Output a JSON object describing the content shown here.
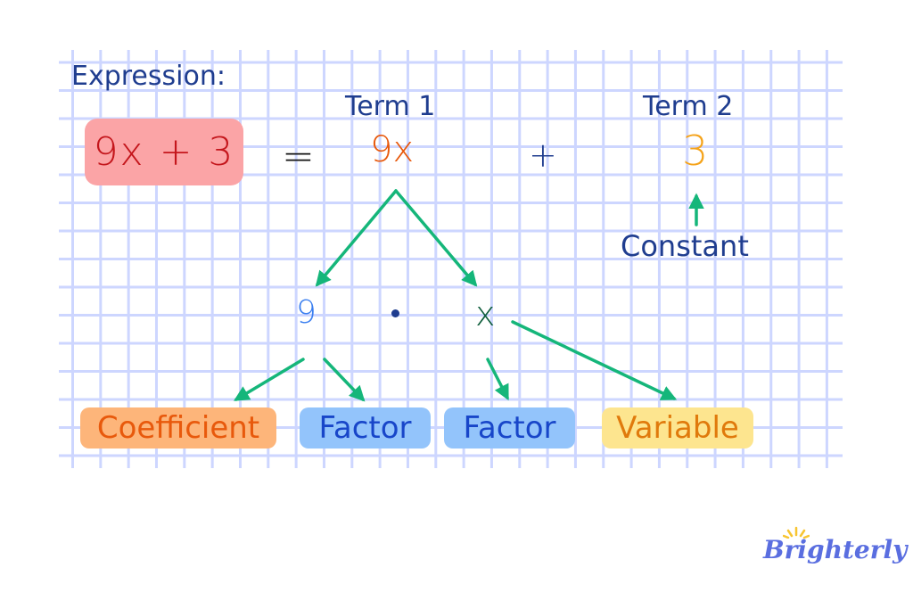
{
  "header": {
    "expression_label": "Expression:"
  },
  "expression": {
    "full": "9x + 3",
    "equals": "="
  },
  "terms": [
    {
      "label": "Term 1",
      "value": "9x",
      "color": "#e8590c"
    },
    {
      "label": "Term 2",
      "value": "3",
      "color": "#f5a31a"
    }
  ],
  "operator_plus": "+",
  "constant_label": "Constant",
  "decomposition": {
    "coefficient_value": "9",
    "dot": "•",
    "variable_value": "x"
  },
  "chips": [
    {
      "label": "Coefficient",
      "bg": "#fdb57a",
      "fg": "#e8590c"
    },
    {
      "label": "Factor",
      "bg": "#93c4fb",
      "fg": "#1846c9"
    },
    {
      "label": "Factor",
      "bg": "#93c4fb",
      "fg": "#1846c9"
    },
    {
      "label": "Variable",
      "bg": "#fde58f",
      "fg": "#e07a0c"
    }
  ],
  "colors": {
    "grid": "#cdd6ff",
    "arrow": "#15b67a",
    "title": "#1f3d8f",
    "expression_box": "#fba4a6",
    "expression_text": "#c4161c"
  },
  "brand": {
    "name": "Brighterly",
    "sun_color": "#f7c531",
    "text_color": "#5a6ee0"
  }
}
